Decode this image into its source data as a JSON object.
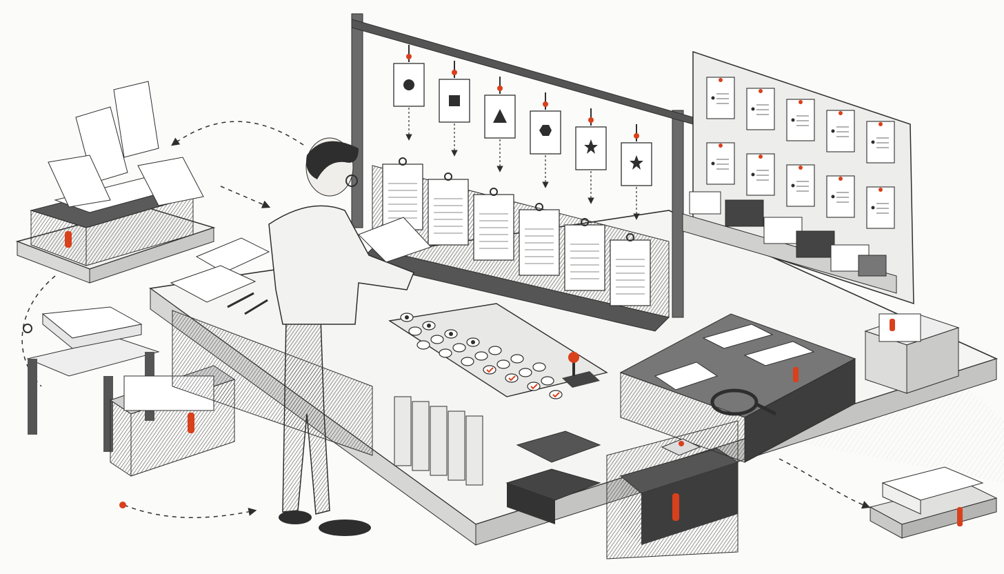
{
  "scene": {
    "kind": "isometric-pen-and-ink-illustration",
    "accent_color": "#d9401c",
    "ink_color": "#2e2e2e",
    "paper_color": "#fbfbfa",
    "mid_gray": "#8a8a8a",
    "shelf_gray": "#4a4a4a"
  },
  "rail": {
    "hanging_symbols": [
      "circle",
      "square",
      "triangle",
      "hexagon",
      "star",
      "star"
    ]
  },
  "sorting_slots": {
    "count": 6
  },
  "pinboard": {
    "sheet_count": 10
  },
  "checklist_panel": {
    "checked_marks": 4,
    "rows": 3
  },
  "binders": {
    "count": 5
  },
  "icons": [
    "document-icon",
    "check-icon",
    "joystick-icon",
    "magnifier-icon",
    "clip-icon",
    "arrow-icon"
  ]
}
